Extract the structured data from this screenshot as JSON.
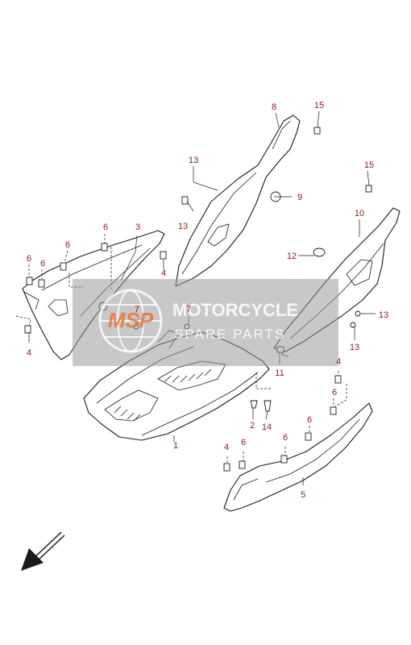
{
  "watermark": {
    "logo": "MSP",
    "line1": "MOTORCYCLE",
    "line2": "SPARE PARTS"
  },
  "callouts": {
    "c1": "1",
    "c2": "2",
    "c3": "3",
    "c4a": "4",
    "c4b": "4",
    "c4c": "4",
    "c4d": "4",
    "c5": "5",
    "c6a": "6",
    "c6b": "6",
    "c6c": "6",
    "c6d": "6",
    "c6e": "6",
    "c6f": "6",
    "c6g": "6",
    "c6h": "6",
    "c7a": "7",
    "c7b": "7",
    "c8": "8",
    "c9": "9",
    "c10": "10",
    "c11": "11",
    "c12": "12",
    "c13a": "13",
    "c13b": "13",
    "c13c": "13",
    "c13d": "13",
    "c14": "14",
    "c15a": "15",
    "c15b": "15"
  }
}
